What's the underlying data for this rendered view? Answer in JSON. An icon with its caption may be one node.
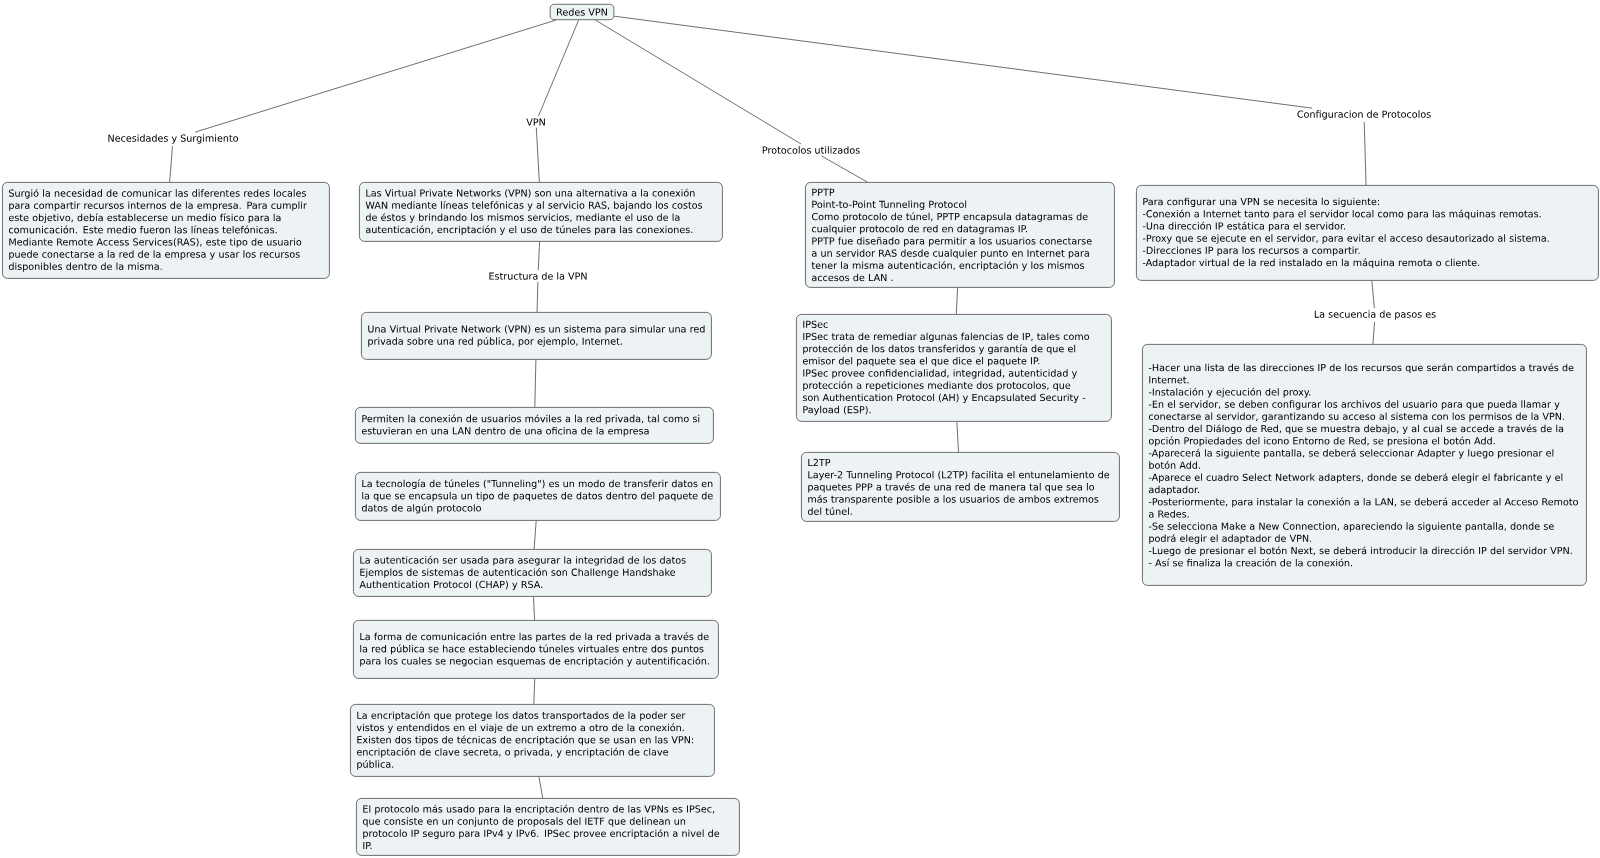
{
  "diagram": {
    "nodes": [
      {
        "text": [
          "Redes VPN"
        ]
      },
      {
        "text": [
          "Necesidades y Surgimiento"
        ]
      },
      {
        "text": [
          "VPN"
        ]
      },
      {
        "text": [
          "Protocolos utilizados"
        ]
      },
      {
        "text": [
          "Configuracion de Protocolos"
        ]
      },
      {
        "text": [
          "Surgió la necesidad de comunicar las diferentes redes locales para compartir recursos internos de la empresa. Para cumplir este objetivo, debía establecerse un medio físico para la comunicación. Este medio fueron las líneas telefónicas. Mediante Remote Access Services(RAS), este tipo de usuario puede conectarse a la red de la empresa y usar los recursos disponibles dentro de la misma."
        ]
      },
      {
        "text": [
          "Las Virtual Private Networks (VPN) son una alternativa a la conexión WAN mediante líneas telefónicas y al servicio RAS, bajando los costos de éstos y brindando los mismos servicios, mediante el uso de la autenticación, encriptación y el uso de túneles para las conexiones."
        ]
      },
      {
        "text": [
          "Estructura de la VPN"
        ]
      },
      {
        "text": [
          "Una Virtual Private Network (VPN) es un sistema para simular una red privada sobre una red pública, por ejemplo, Internet."
        ]
      },
      {
        "text": [
          "Permiten la conexión de usuarios móviles a la red privada, tal como si estuvieran en una LAN dentro de una oficina de la empresa"
        ]
      },
      {
        "text": [
          "La tecnología de túneles (\"Tunneling\") es un modo de transferir datos en la que se encapsula un tipo de paquetes de datos dentro del paquete de datos de algún protocolo"
        ]
      },
      {
        "text": [
          "La autenticación ser usada para asegurar la integridad de los datos Ejemplos de sistemas de autenticación son Challenge Handshake Authentication Protocol (CHAP) y RSA."
        ]
      },
      {
        "text": [
          "La forma de comunicación entre las partes de la red privada a través de la red pública se hace estableciendo túneles virtuales entre dos puntos para los cuales se negocian esquemas de encriptación y autentificación."
        ]
      },
      {
        "text": [
          "La encriptación que protege los datos transportados de la poder ser vistos y entendidos en el viaje de un extremo a otro de la conexión. Existen dos tipos de técnicas de encriptación que se usan en las VPN: encriptación de clave secreta, o privada, y encriptación de clave pública."
        ]
      },
      {
        "text": [
          "El protocolo más usado para la encriptación dentro de las VPNs es IPSec, que consiste en un conjunto de proposals del IETF que delinean un protocolo IP seguro para IPv4 y IPv6. IPSec provee encriptación a nivel de IP."
        ]
      },
      {
        "text": [
          "PPTP",
          "Point-to-Point Tunneling Protocol",
          "Como protocolo de túnel, PPTP encapsula datagramas de cualquier protocolo de red en datagramas IP.",
          "PPTP fue diseñado para permitir a los usuarios conectarse a un servidor RAS desde cualquier punto en Internet para tener la misma autenticación, encriptación y los mismos accesos de LAN ."
        ]
      },
      {
        "text": [
          "IPSec",
          "IPSec trata de remediar algunas falencias de IP, tales como protección de los datos transferidos y garantía de que el emisor del paquete sea el que dice el paquete IP.",
          "IPSec provee confidencialidad, integridad, autenticidad y protección a repeticiones mediante dos protocolos, que son Authentication Protocol (AH) y Encapsulated Security - Payload (ESP)."
        ]
      },
      {
        "text": [
          "L2TP",
          "Layer-2 Tunneling Protocol (L2TP) facilita el entunelamiento de paquetes PPP a través de una red de manera tal que sea lo más transparente posible a los usuarios de ambos extremos del túnel."
        ]
      },
      {
        "text": [
          "Para configurar una VPN se necesita lo siguiente:",
          "-Conexión a Internet tanto para el servidor local como para las máquinas remotas.",
          "-Una dirección IP estática para el servidor.",
          "-Proxy que se ejecute en el servidor, para evitar el acceso desautorizado al sistema.",
          "-Direcciones IP para los recursos a compartir.",
          "-Adaptador virtual de la red instalado en la máquina remota o cliente."
        ]
      },
      {
        "text": [
          "La secuencia de pasos es"
        ]
      },
      {
        "text": [
          "-Hacer una lista de las direcciones IP de los recursos que serán compartidos a través de Internet.",
          "-Instalación y ejecución del proxy.",
          "-En el servidor, se deben configurar los archivos del usuario para que pueda llamar y conectarse al servidor, garantizando su acceso al sistema con los permisos de la VPN.",
          "-Dentro del Diálogo de Red, que se muestra debajo, y al cual se accede a través de la opción Propiedades del icono Entorno de Red, se presiona el botón Add.",
          "-Aparecerá la siguiente pantalla, se deberá seleccionar Adapter y luego presionar el botón Add.",
          "-Aparece el cuadro Select Network adapters, donde se deberá elegir el fabricante y el adaptador.",
          "-Posteriormente, para instalar la conexión a la LAN, se deberá acceder al Acceso Remoto a Redes.",
          "-Se selecciona Make a New Connection, apareciendo la siguiente pantalla, donde se podrá elegir el adaptador de VPN.",
          "-Luego de presionar el botón Next, se deberá introducir la dirección IP del servidor VPN.",
          "- Así se finaliza la creación de la conexión."
        ]
      }
    ],
    "edges": [
      {
        "from": 0,
        "to": 1,
        "arrow": "none"
      },
      {
        "from": 1,
        "to": 5,
        "arrow": "none"
      },
      {
        "from": 0,
        "to": 2,
        "arrow": "none"
      },
      {
        "from": 2,
        "to": 6,
        "arrow": "none"
      },
      {
        "from": 6,
        "to": 7,
        "arrow": "none"
      },
      {
        "from": 7,
        "to": 8,
        "arrow": "none"
      },
      {
        "from": 8,
        "to": 9,
        "arrow": "none"
      },
      {
        "from": 10,
        "to": 11,
        "arrow": "none"
      },
      {
        "from": 11,
        "to": 12,
        "arrow": "none"
      },
      {
        "from": 12,
        "to": 13,
        "arrow": "none"
      },
      {
        "from": 13,
        "to": 14,
        "arrow": "none"
      },
      {
        "from": 0,
        "to": 3,
        "arrow": "none"
      },
      {
        "from": 3,
        "to": 15,
        "arrow": "none"
      },
      {
        "from": 15,
        "to": 16,
        "arrow": "none"
      },
      {
        "from": 16,
        "to": 17,
        "arrow": "none"
      },
      {
        "from": 0,
        "to": 4,
        "arrow": "none"
      },
      {
        "from": 4,
        "to": 18,
        "arrow": "none"
      },
      {
        "from": 18,
        "to": 19,
        "arrow": "none"
      },
      {
        "from": 19,
        "to": 20,
        "arrow": "none"
      }
    ]
  }
}
